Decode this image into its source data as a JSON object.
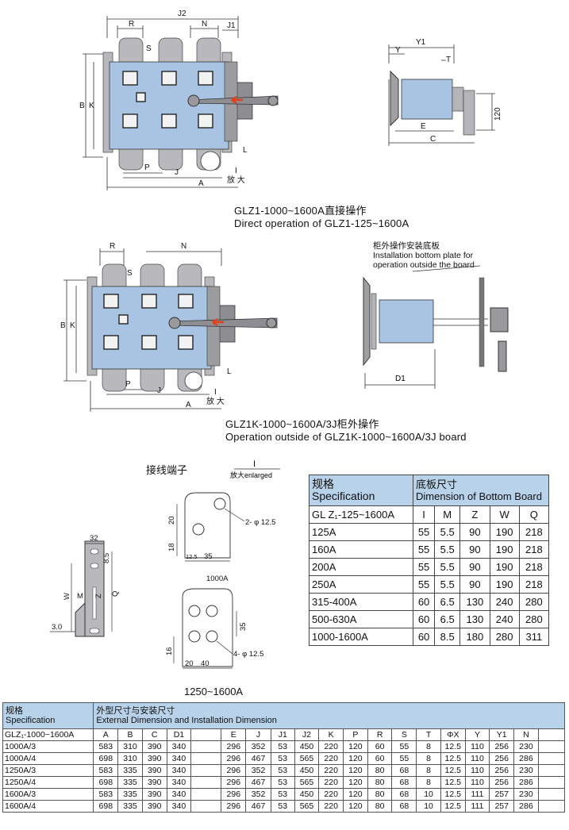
{
  "diagram1": {
    "labels": {
      "j2": "J2",
      "r": "R",
      "n": "N",
      "j1": "J1",
      "s": "S",
      "b": "B",
      "k": "K",
      "l": "L",
      "p": "P",
      "j": "J",
      "a": "A",
      "i": "I",
      "enlarge": "放 大"
    },
    "caption_cn": "GLZ1-1000~1600A直接操作",
    "caption_en": "Direct operation of GLZ1-125~1600A"
  },
  "side1": {
    "labels": {
      "y1": "Y1",
      "y": "Y",
      "t": "T",
      "e": "E",
      "c": "C",
      "h120": "120"
    }
  },
  "diagram2": {
    "labels": {
      "r": "R",
      "n": "N",
      "s": "S",
      "b": "B",
      "k": "K",
      "l": "L",
      "p": "P",
      "j": "J",
      "a": "A",
      "i": "I",
      "enlarge": "放 大"
    },
    "caption_cn": "GLZ1K-1000~1600A/3J柜外操作",
    "caption_en": "Operation outside of GLZ1K-1000~1600A/3J board"
  },
  "side2": {
    "note_cn": "柜外操作安装底板",
    "note_en1": "Installation bottom plate for",
    "note_en2": "operation outside the board",
    "d1": "D1"
  },
  "terminal": {
    "title": "接线端子",
    "detail_i": "I",
    "enlarged": "放大enlarged",
    "t1": {
      "d20": "20",
      "d18": "18",
      "d12_5": "12.5",
      "d35": "35",
      "hole": "2- φ 12.5",
      "caption": "1000A"
    },
    "t2": {
      "d35": "35",
      "d16": "16",
      "d20": "20",
      "d40": "40",
      "hole": "4- φ 12.5",
      "caption": "1250~1600A"
    }
  },
  "plate": {
    "labels": {
      "w32": "32",
      "d8_5": "8.5",
      "w": "W",
      "m": "M",
      "z": "Z",
      "q": "Q",
      "t3": "3.0"
    }
  },
  "spec_table": {
    "h_cn": "规格",
    "h_en": "Specification",
    "h2_cn": "底板尺寸",
    "h2_en": "Dimension of Bottom Board",
    "model": "GL Z₁-125~1600A",
    "cols": [
      "I",
      "M",
      "Z",
      "W",
      "Q"
    ],
    "rows": [
      [
        "125A",
        "55",
        "5.5",
        "90",
        "190",
        "218"
      ],
      [
        "160A",
        "55",
        "5.5",
        "90",
        "190",
        "218"
      ],
      [
        "200A",
        "55",
        "5.5",
        "90",
        "190",
        "218"
      ],
      [
        "250A",
        "55",
        "5.5",
        "90",
        "190",
        "218"
      ],
      [
        "315-400A",
        "60",
        "6.5",
        "130",
        "240",
        "280"
      ],
      [
        "500-630A",
        "60",
        "6.5",
        "130",
        "240",
        "280"
      ],
      [
        "1000-1600A",
        "60",
        "8.5",
        "180",
        "280",
        "311"
      ]
    ]
  },
  "dim_table": {
    "h_cn": "规格",
    "h_en": "Specification",
    "h2_cn": "外型尺寸与安装尺寸",
    "h2_en": "External Dimension and Installation Dimension",
    "model": "GLZ₁-1000~1600A",
    "cols": [
      "A",
      "B",
      "C",
      "D1",
      "",
      "E",
      "J",
      "J1",
      "J2",
      "K",
      "P",
      "R",
      "S",
      "T",
      "ΦX",
      "Y",
      "Y1",
      "N",
      ""
    ],
    "rows": [
      [
        "1000A/3",
        "583",
        "310",
        "390",
        "340",
        "",
        "296",
        "352",
        "53",
        "450",
        "220",
        "120",
        "60",
        "55",
        "8",
        "12.5",
        "110",
        "256",
        "230",
        ""
      ],
      [
        "1000A/4",
        "698",
        "310",
        "390",
        "340",
        "",
        "296",
        "467",
        "53",
        "565",
        "220",
        "120",
        "60",
        "55",
        "8",
        "12.5",
        "110",
        "256",
        "286",
        ""
      ],
      [
        "1250A/3",
        "583",
        "335",
        "390",
        "340",
        "",
        "296",
        "352",
        "53",
        "450",
        "220",
        "120",
        "80",
        "68",
        "8",
        "12.5",
        "110",
        "256",
        "230",
        ""
      ],
      [
        "1250A/4",
        "698",
        "335",
        "390",
        "340",
        "",
        "296",
        "467",
        "53",
        "565",
        "220",
        "120",
        "80",
        "68",
        "8",
        "12.5",
        "110",
        "256",
        "286",
        ""
      ],
      [
        "1600A/3",
        "583",
        "335",
        "390",
        "340",
        "",
        "296",
        "352",
        "53",
        "450",
        "220",
        "120",
        "80",
        "68",
        "10",
        "12.5",
        "111",
        "257",
        "230",
        ""
      ],
      [
        "1600A/4",
        "698",
        "335",
        "390",
        "340",
        "",
        "296",
        "467",
        "53",
        "565",
        "220",
        "120",
        "80",
        "68",
        "10",
        "12.5",
        "111",
        "257",
        "286",
        ""
      ]
    ]
  }
}
